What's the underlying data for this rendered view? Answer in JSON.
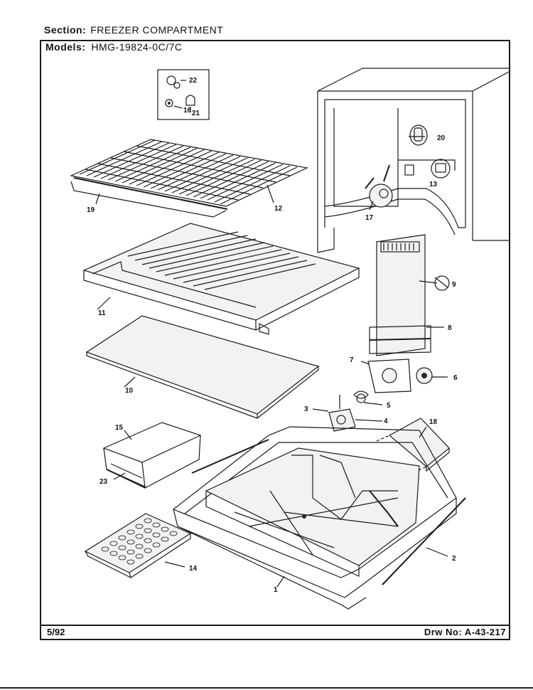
{
  "header": {
    "section_label": "Section:",
    "section_value": "FREEZER COMPARTMENT",
    "models_label": "Models:",
    "models_value": "HMG-19824-0C/7C"
  },
  "footer": {
    "date": "5/92",
    "drawing_number": "Drw No:  A-43-217"
  },
  "callouts": [
    "22",
    "16",
    "21",
    "20",
    "13",
    "17",
    "19",
    "12",
    "9",
    "8",
    "11",
    "7",
    "6",
    "10",
    "5",
    "3",
    "4",
    "15",
    "18",
    "23",
    "2",
    "14",
    "1"
  ]
}
